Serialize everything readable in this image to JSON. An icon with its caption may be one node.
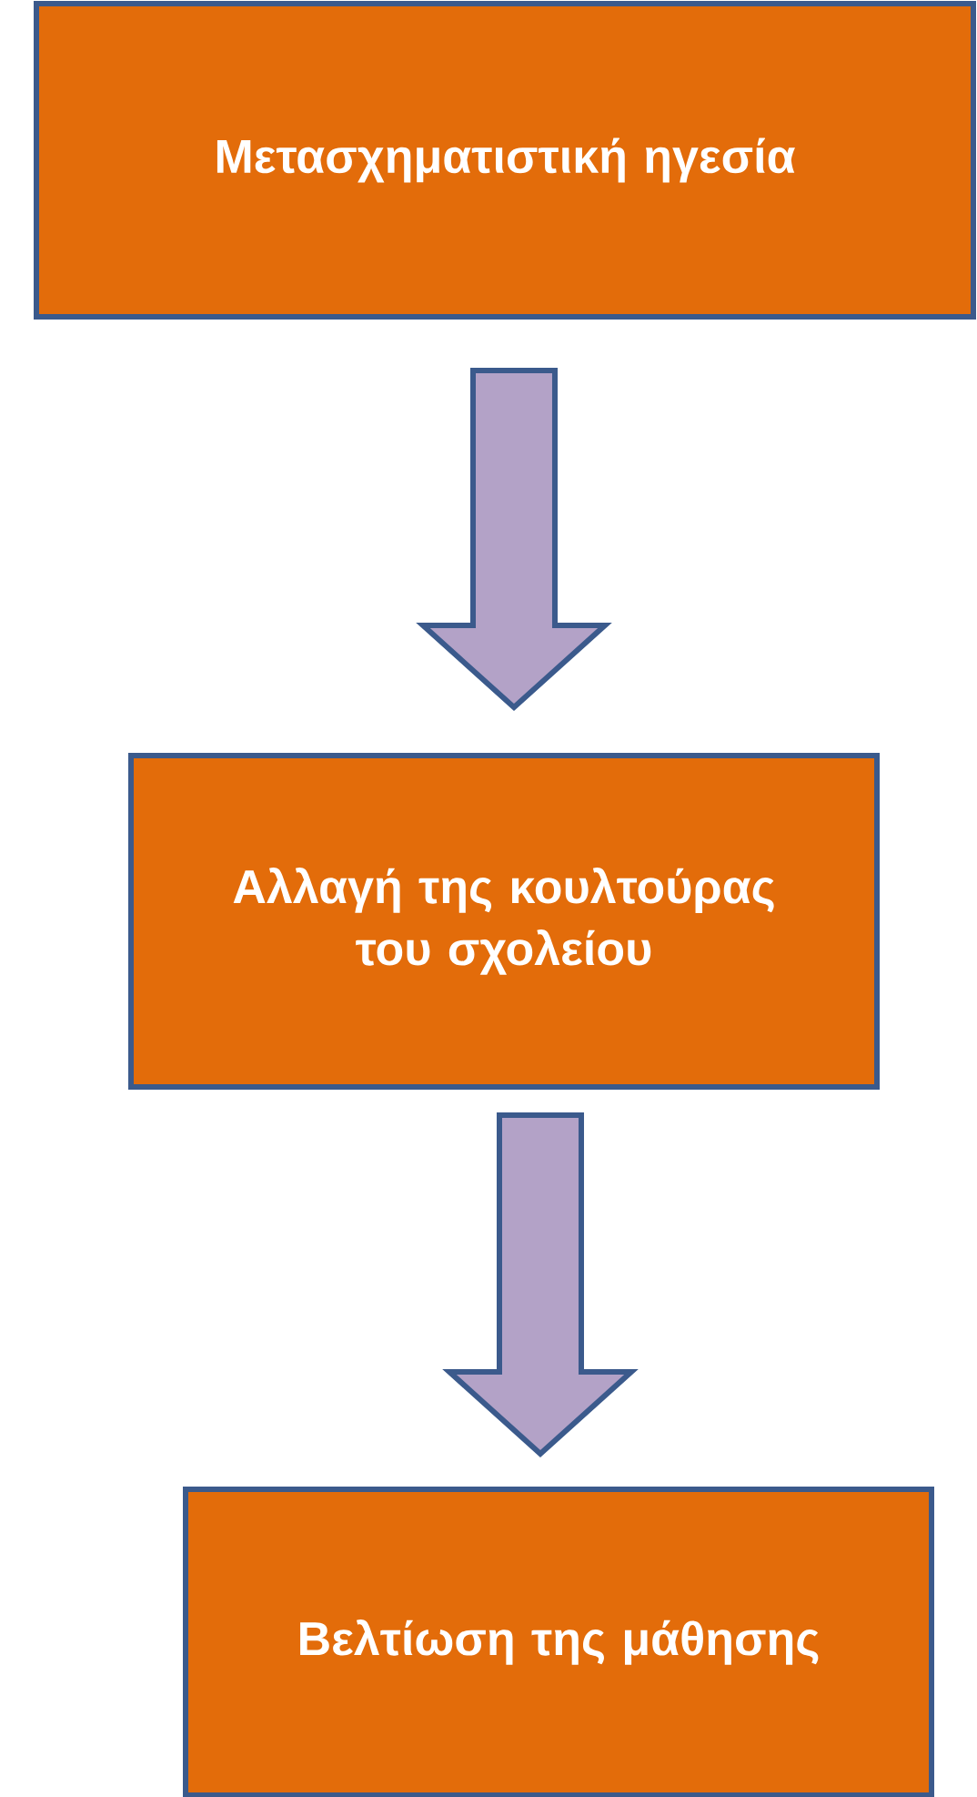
{
  "diagram": {
    "nodes": [
      {
        "text": [
          "Μετασχηματιστική ηγεσία"
        ]
      },
      {
        "text": [
          "Αλλαγή της κουλτούρας του σχολείου"
        ]
      },
      {
        "text": [
          "Βελτίωση της μάθησης"
        ]
      }
    ],
    "edges": [
      {
        "from": 0,
        "to": 1,
        "arrow": "to"
      },
      {
        "from": 1,
        "to": 2,
        "arrow": "to"
      }
    ]
  }
}
